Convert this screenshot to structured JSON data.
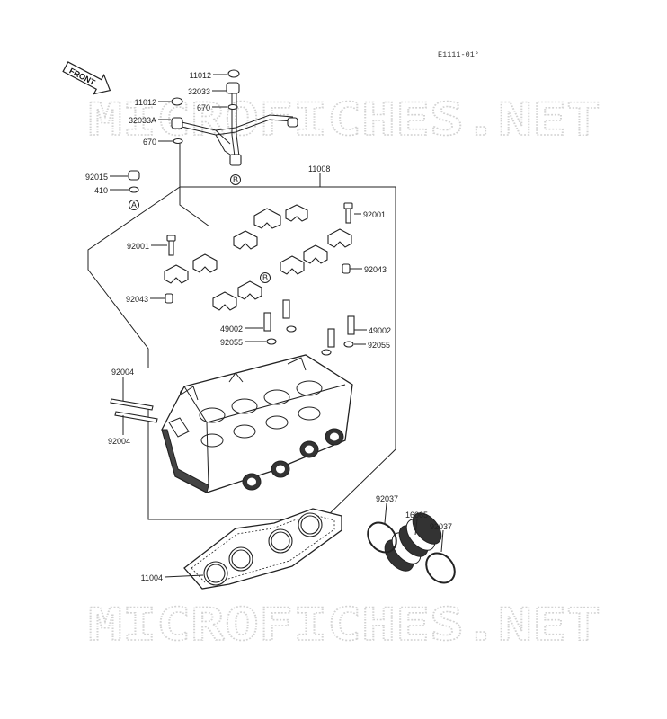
{
  "diagram_code": "E1111-01°",
  "front_label": "FRONT",
  "watermark": "MICROFICHES.NET",
  "callouts": {
    "A": "A",
    "B": "B"
  },
  "part_labels": {
    "p11012_top": "11012",
    "p32033": "32033",
    "p11012_left": "11012",
    "p670_right": "670",
    "p32033A": "32033A",
    "p670_left": "670",
    "p92015": "92015",
    "p410": "410",
    "p11008": "11008",
    "p92001_right": "92001",
    "p92001_left": "92001",
    "p92043_right": "92043",
    "p92043_left": "92043",
    "p49002_left": "49002",
    "p49002_right": "49002",
    "p92055_left": "92055",
    "p92055_right": "92055",
    "p92004_top": "92004",
    "p92004_bottom": "92004",
    "p92037_left": "92037",
    "p16065": "16065",
    "p92037_right": "92037",
    "p11004": "11004"
  }
}
